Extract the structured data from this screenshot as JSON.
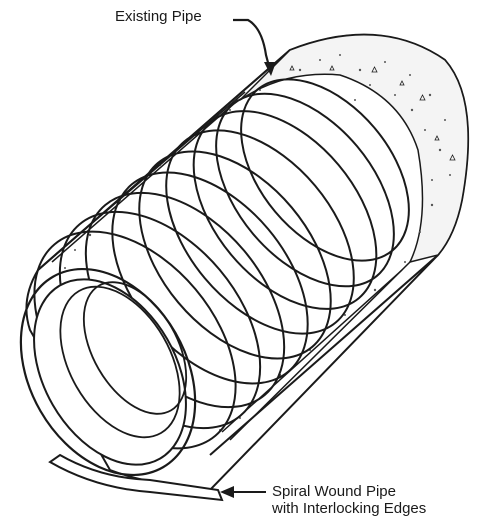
{
  "labels": {
    "existing_pipe": "Existing Pipe",
    "spiral_line1": "Spiral Wound Pipe",
    "spiral_line2": "with Interlocking Edges"
  },
  "colors": {
    "stroke": "#1a1a1a",
    "background": "#ffffff",
    "concrete_speckle": "#555555"
  }
}
